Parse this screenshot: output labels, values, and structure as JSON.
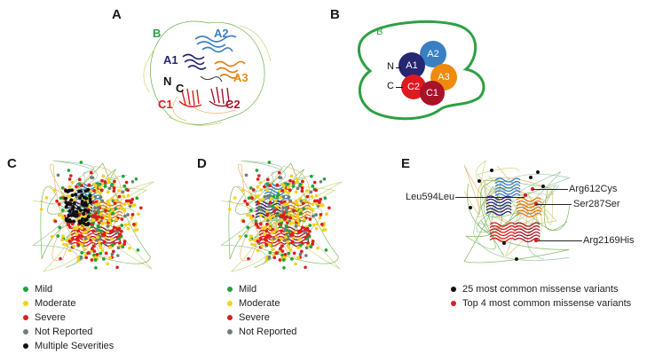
{
  "panels": {
    "a": {
      "letter": "A",
      "domain_labels": [
        "B",
        "A2",
        "A1",
        "N",
        "C",
        "A3",
        "C1",
        "C2"
      ]
    },
    "b": {
      "letter": "B",
      "domains": {
        "b": "B",
        "a1": "A1",
        "a2": "A2",
        "a3": "A3",
        "c1": "C1",
        "c2": "C2",
        "n": "N",
        "c": "C"
      }
    },
    "c": {
      "letter": "C"
    },
    "d": {
      "letter": "D"
    },
    "e": {
      "letter": "E"
    }
  },
  "colors": {
    "b_domain": "#2ea043",
    "a1": "#262673",
    "a2": "#3a7fc4",
    "a3": "#f08a0c",
    "c1": "#a8132a",
    "c2": "#e0191f",
    "mild": "#22a33a",
    "moderate": "#f2d21b",
    "severe": "#dd1e1e",
    "not_reported": "#6f7f78",
    "multiple": "#111111"
  },
  "legend_c": [
    {
      "label": "Mild",
      "color": "#22a33a"
    },
    {
      "label": "Moderate",
      "color": "#f2d21b"
    },
    {
      "label": "Severe",
      "color": "#dd1e1e"
    },
    {
      "label": "Not Reported",
      "color": "#6f7f78"
    },
    {
      "label": "Multiple Severities",
      "color": "#111111"
    }
  ],
  "legend_d": [
    {
      "label": "Mild",
      "color": "#22a33a"
    },
    {
      "label": "Moderate",
      "color": "#f2d21b"
    },
    {
      "label": "Severe",
      "color": "#dd1e1e"
    },
    {
      "label": "Not Reported",
      "color": "#6f7f78"
    }
  ],
  "legend_e": [
    {
      "label": "25 most common missense variants",
      "color": "#111111"
    },
    {
      "label": "Top 4 most common missense variants",
      "color": "#dd1e1e"
    }
  ],
  "variants": {
    "arg612cys": "Arg612Cys",
    "leu594leu": "Leu594Leu",
    "ser287ser": "Ser287Ser",
    "arg2169his": "Arg2169His"
  }
}
